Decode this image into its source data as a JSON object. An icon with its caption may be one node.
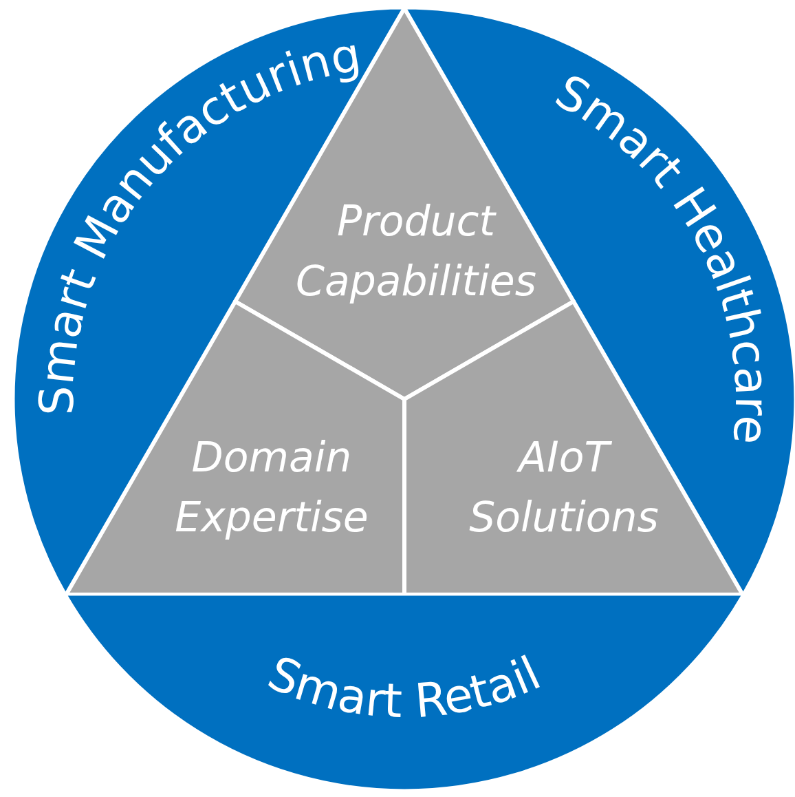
{
  "diagram": {
    "nodes": [
      {
        "text": [
          "Smart Manufacturing"
        ]
      },
      {
        "text": [
          "Smart Healthcare"
        ]
      },
      {
        "text": [
          "Product Capabilities"
        ]
      },
      {
        "text": [
          "Domain Expertise"
        ]
      },
      {
        "text": [
          "AIoT Solutions"
        ]
      },
      {
        "text": [
          "Smart Retail"
        ]
      }
    ]
  }
}
